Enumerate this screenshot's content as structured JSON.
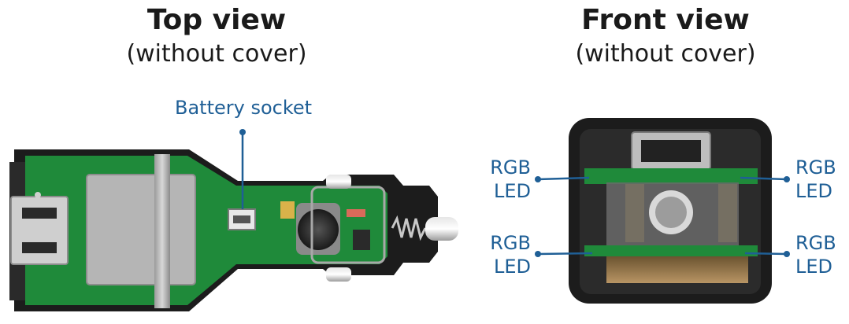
{
  "top_view": {
    "title": "Top view",
    "subtitle": "(without cover)",
    "callout_battery": "Battery socket"
  },
  "front_view": {
    "title": "Front view",
    "subtitle": "(without cover)",
    "led_labels": [
      {
        "line1": "RGB",
        "line2": "LED"
      },
      {
        "line1": "RGB",
        "line2": "LED"
      },
      {
        "line1": "RGB",
        "line2": "LED"
      },
      {
        "line1": "RGB",
        "line2": "LED"
      }
    ]
  },
  "colors": {
    "pcb_green": "#1f8a3a",
    "callout_blue": "#1f5f96",
    "housing_black": "#1c1c1c"
  }
}
